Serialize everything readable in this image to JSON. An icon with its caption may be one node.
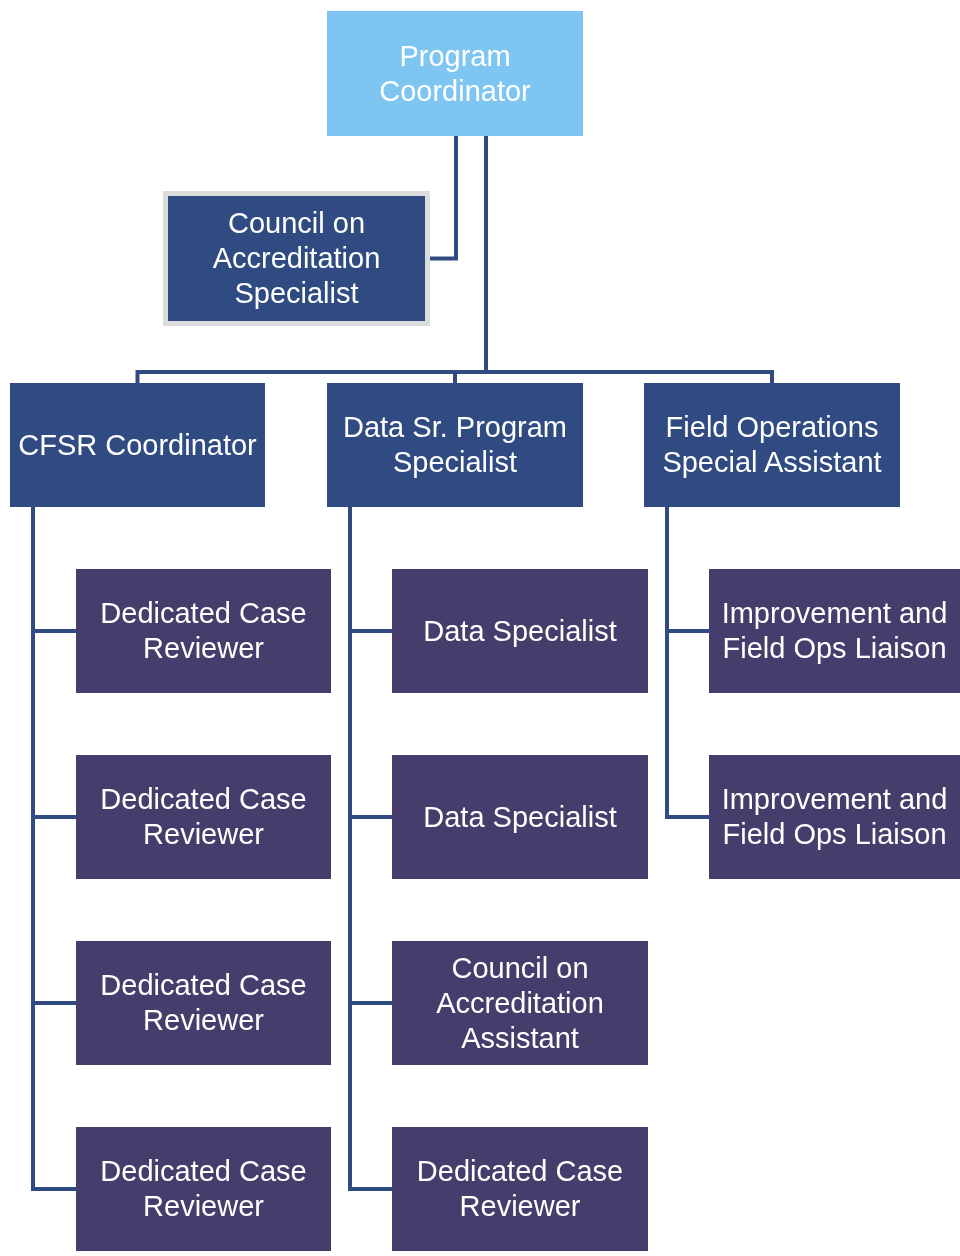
{
  "diagram": {
    "nodes": [
      {
        "text": [
          "Program Coordinator"
        ]
      },
      {
        "text": [
          "Council on Accreditation Specialist"
        ]
      },
      {
        "text": [
          "CFSR Coordinator"
        ]
      },
      {
        "text": [
          "Data Sr. Program Specialist"
        ]
      },
      {
        "text": [
          "Field Operations Special Assistant"
        ]
      },
      {
        "text": [
          "Dedicated Case Reviewer"
        ]
      },
      {
        "text": [
          "Dedicated Case Reviewer"
        ]
      },
      {
        "text": [
          "Dedicated Case Reviewer"
        ]
      },
      {
        "text": [
          "Dedicated Case Reviewer"
        ]
      },
      {
        "text": [
          "Data Specialist"
        ]
      },
      {
        "text": [
          "Data Specialist"
        ]
      },
      {
        "text": [
          "Council on Accreditation Assistant"
        ]
      },
      {
        "text": [
          "Dedicated Case Reviewer"
        ]
      },
      {
        "text": [
          "Improvement and Field Ops Liaison"
        ]
      },
      {
        "text": [
          "Improvement and Field Ops Liaison"
        ]
      }
    ],
    "edges": [
      {
        "from": 0,
        "to": 1,
        "arrow": "none"
      },
      {
        "from": 0,
        "to": 2,
        "arrow": "none"
      },
      {
        "from": 0,
        "to": 3,
        "arrow": "none"
      },
      {
        "from": 0,
        "to": 4,
        "arrow": "none"
      },
      {
        "from": 2,
        "to": 5,
        "arrow": "none"
      },
      {
        "from": 2,
        "to": 6,
        "arrow": "none"
      },
      {
        "from": 2,
        "to": 7,
        "arrow": "none"
      },
      {
        "from": 2,
        "to": 8,
        "arrow": "none"
      },
      {
        "from": 3,
        "to": 9,
        "arrow": "none"
      },
      {
        "from": 3,
        "to": 10,
        "arrow": "none"
      },
      {
        "from": 3,
        "to": 11,
        "arrow": "none"
      },
      {
        "from": 3,
        "to": 12,
        "arrow": "none"
      },
      {
        "from": 4,
        "to": 13,
        "arrow": "none"
      },
      {
        "from": 4,
        "to": 14,
        "arrow": "none"
      }
    ]
  }
}
